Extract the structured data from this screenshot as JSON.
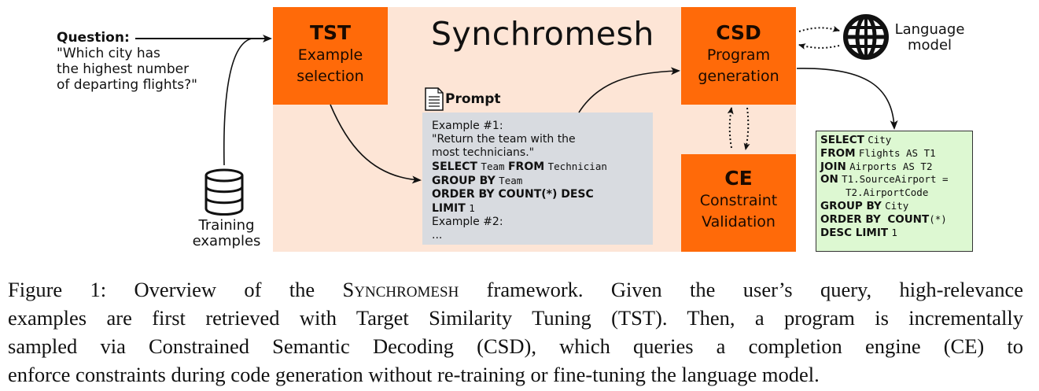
{
  "diagram": {
    "title": "Synchromesh",
    "question": {
      "label": "Question:",
      "line1": "\"Which city has",
      "line2": "the highest number",
      "line3": "of departing flights?\""
    },
    "training_examples": {
      "line1": "Training",
      "line2": "examples",
      "icon": "database-icon"
    },
    "tst_box": {
      "title": "TST",
      "line1": "Example",
      "line2": "selection"
    },
    "csd_box": {
      "title": "CSD",
      "line1": "Program",
      "line2": "generation"
    },
    "ce_box": {
      "title": "CE",
      "line1": "Constraint",
      "line2": "Validation"
    },
    "language_model": {
      "line1": "Language",
      "line2": "model",
      "icon": "globe-icon"
    },
    "prompt": {
      "title": "Prompt",
      "icon": "document-icon",
      "example1_label": "Example #1:",
      "example1_q1": "\"Return the team with the",
      "example1_q2": "most technicians.\"",
      "sql": {
        "select_kw": "SELECT",
        "select_val": "Team",
        "from_kw": "FROM",
        "from_val": "Technician",
        "group_kw": "GROUP BY",
        "group_val": "Team",
        "order_kw": "ORDER BY COUNT(*) DESC",
        "limit_kw": "LIMIT",
        "limit_val": "1"
      },
      "example2_label": "Example #2:",
      "ellipsis": "..."
    },
    "output_sql": {
      "select_kw": "SELECT",
      "select_val": "City",
      "from_kw": "FROM",
      "from_val": "Flights AS T1",
      "join_kw": "JOIN",
      "join_val": "Airports AS T2",
      "on_kw": "ON",
      "on_val": "T1.SourceAirport =",
      "on_val2": "T2.AirportCode",
      "group_kw": "GROUP BY",
      "group_val": "City",
      "order_kw": "ORDER BY",
      "count_kw": "COUNT",
      "count_arg": "(*)",
      "desc_kw": "DESC LIMIT",
      "limit_val": "1"
    },
    "colors": {
      "orange": "#ff6a09",
      "peach": "#fde5d6",
      "prompt_gray": "#d8dbe0",
      "output_green": "#ddf8d2"
    }
  },
  "caption": {
    "line1_prefix": "Figure 1:  Overview of the ",
    "line1_name": "Synchromesh",
    "line1_suffix": " framework.  Given the user’s query, high-relevance",
    "line2": "examples are first retrieved with Target Similarity Tuning (TST). Then, a program is incrementally",
    "line3": "sampled via Constrained Semantic Decoding (CSD), which queries a completion engine (CE) to",
    "line4": "enforce constraints during code generation without re-training or fine-tuning the language model."
  }
}
